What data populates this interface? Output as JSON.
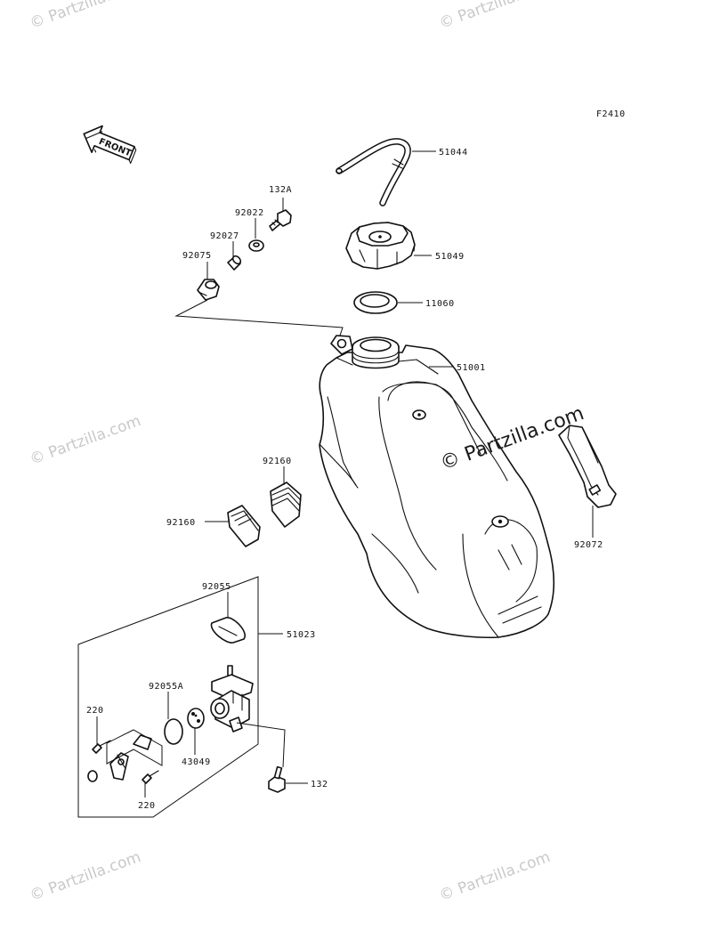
{
  "figure_code": "F2410",
  "front_arrow_label": "FRONT",
  "watermark": "© Partzilla.com",
  "labels": {
    "p51044": "51044",
    "p51049": "51049",
    "p11060": "11060",
    "p51001": "51001",
    "p132A": "132A",
    "p92022": "92022",
    "p92027": "92027",
    "p92075": "92075",
    "p92160_upper": "92160",
    "p92160_lower": "92160",
    "p92072": "92072",
    "p92055": "92055",
    "p51023": "51023",
    "p92055A": "92055A",
    "p220_upper": "220",
    "p220_lower": "220",
    "p43049": "43049",
    "p132": "132"
  }
}
